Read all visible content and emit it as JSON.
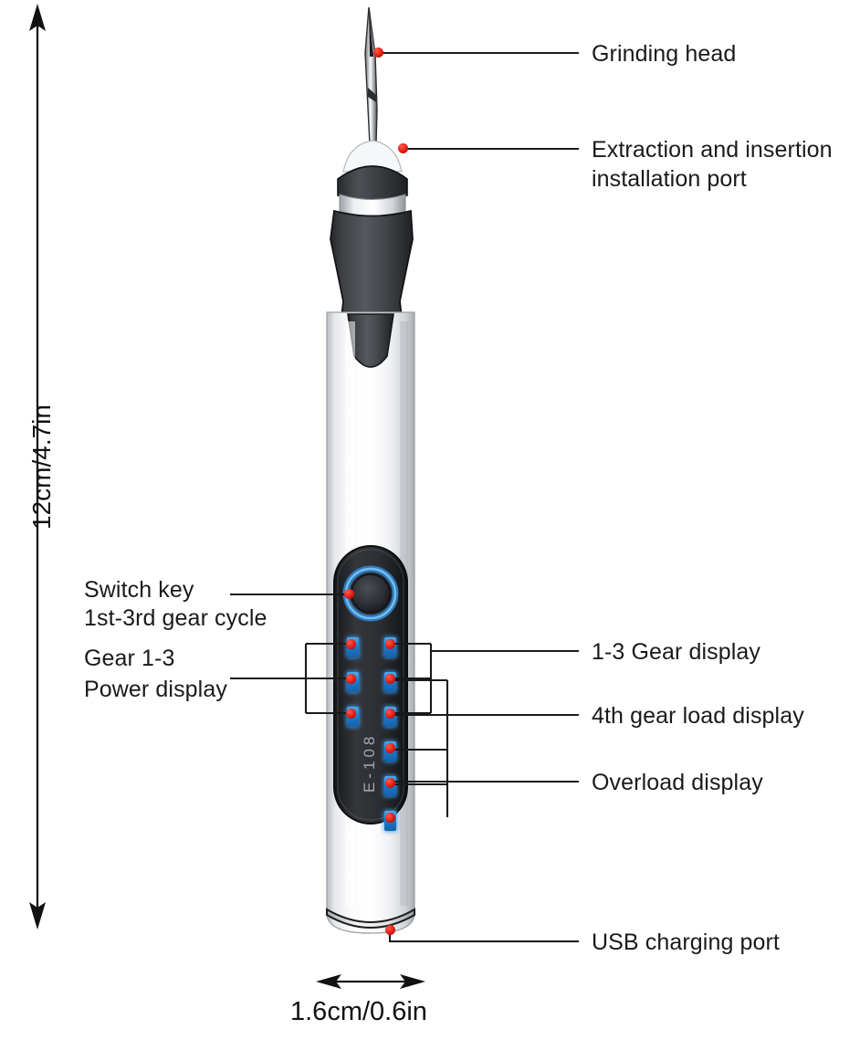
{
  "diagram": {
    "title": "Electric engraving pen labelled diagram",
    "product_code": "E-108",
    "accent_colors": {
      "led_blue": "#1d78c9",
      "marker_red": "#e01c10",
      "body_white": "#f2f3f5",
      "grip_dark": "#3b3c40",
      "leader_line": "#1a1a1a"
    }
  },
  "dimensions": {
    "height_label": "12cm/4.7in",
    "width_label": "1.6cm/0.6in"
  },
  "callouts": {
    "grinding_head": "Grinding head",
    "extraction_port_line1": "Extraction and insertion",
    "extraction_port_line2": "installation port",
    "switch_key_line1": "Switch key",
    "switch_key_line2": "1st-3rd gear cycle",
    "gear_power_line1": "Gear 1-3",
    "gear_power_line2": "Power display",
    "gear_display": "1-3 Gear display",
    "fourth_gear_load": "4th gear load display",
    "overload_display": "Overload display",
    "usb_port": "USB charging port"
  }
}
